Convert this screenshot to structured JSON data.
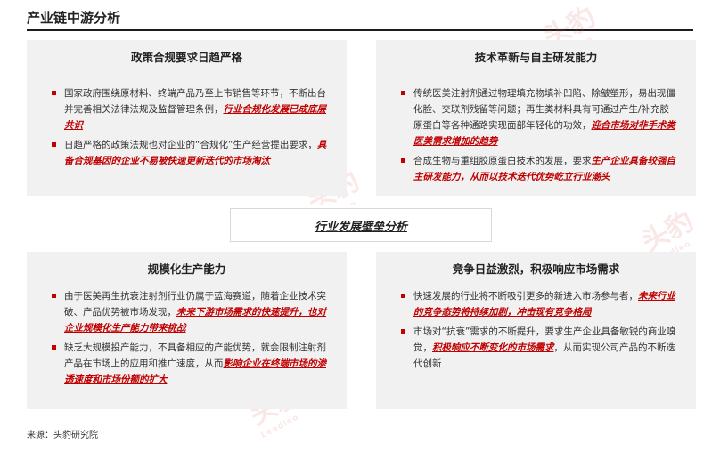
{
  "page": {
    "title": "产业链中游分析",
    "source": "来源：头豹研究院",
    "watermark": "头豹"
  },
  "quadrants": {
    "top_left": {
      "heading": "政策合规要求日趋严格",
      "items": [
        {
          "text": "国家政府围绕原材料、终端产品乃至上市销售等环节，不断出台并完善相关法律法规及监督管理条例，",
          "emph": "行业合规化发展已成底层共识"
        },
        {
          "text": "日趋严格的政策法规也对企业的“合规化”生产经营提出要求，",
          "emph": "具备合规基因的企业不易被快速更新迭代的市场淘汰"
        }
      ]
    },
    "top_right": {
      "heading": "技术革新与自主研发能力",
      "items": [
        {
          "text": "传统医美注射剂通过物理填充物填补凹陷、除皱塑形，易出现僵化脸、交联剂残留等问题；再生类材料具有可通过产生/补充胶原蛋白等各种通路实现面部年轻化的功效，",
          "emph": "迎合市场对非手术类医美需求增加的趋势"
        },
        {
          "text": "合成生物与重组胶原蛋白技术的发展，要求",
          "emph": "生产企业具备较强自主研发能力，从而以技术迭代优势屹立行业潮头"
        }
      ]
    },
    "bottom_left": {
      "heading": "规模化生产能力",
      "items": [
        {
          "text": "由于医美再生抗衰注射剂行业仍属于蓝海赛道，随着企业技术突破、产品优势被市场发现，",
          "emph": "未来下游市场需求的快速提升，也对企业规模化生产能力带来挑战"
        },
        {
          "text": "缺乏大规模投产能力，不具备相应的产能优势，就会限制注射剂产品在市场上的应用和推广速度，从而",
          "emph": "影响企业在终端市场的渗透速度和市场份额的扩大"
        }
      ]
    },
    "bottom_right": {
      "heading": "竞争日益激烈，积极响应市场需求",
      "items": [
        {
          "text": "快速发展的行业将不断吸引更多的新进入市场参与者，",
          "emph": "未来行业的竞争态势将持续加剧，冲击现有竞争格局"
        },
        {
          "text": "市场对“抗衰”需求的不断提升，要求生产企业具备敏锐的商业嗅觉，",
          "emph": "积极响应不断变化的市场需求",
          "tail": "，从而实现公司产品的不断迭代创新"
        }
      ]
    }
  },
  "center": {
    "label": "行业发展壁垒分析"
  },
  "colors": {
    "accent": "#c00000",
    "panel": "#f1f1f1"
  }
}
